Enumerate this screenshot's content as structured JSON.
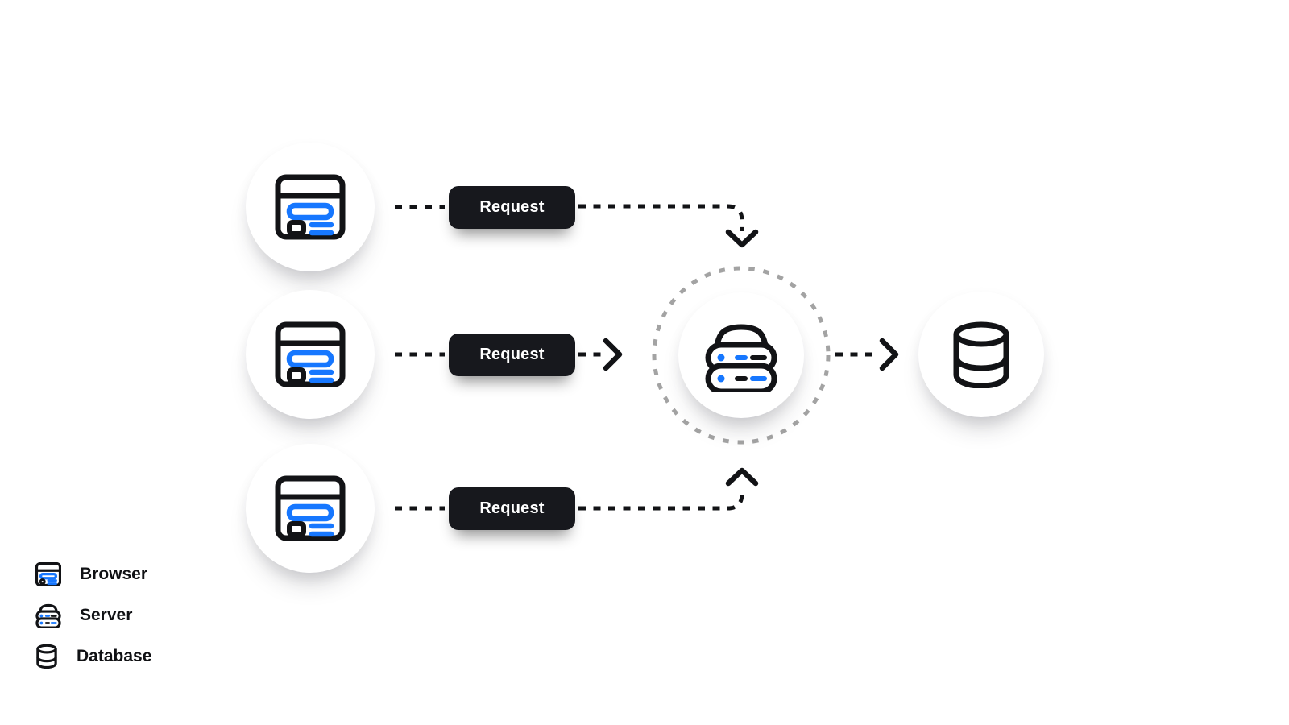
{
  "diagram": {
    "title": "client-server-database request flow",
    "requests": [
      {
        "label": "Request"
      },
      {
        "label": "Request"
      },
      {
        "label": "Request"
      }
    ],
    "nodes": {
      "browsers": [
        "browser-1",
        "browser-2",
        "browser-3"
      ],
      "server": "server",
      "database": "database"
    },
    "edges": [
      {
        "from": "browser-1",
        "via": "Request",
        "to": "server"
      },
      {
        "from": "browser-2",
        "via": "Request",
        "to": "server"
      },
      {
        "from": "browser-3",
        "via": "Request",
        "to": "server"
      },
      {
        "from": "server",
        "to": "database"
      }
    ]
  },
  "legend": {
    "items": [
      {
        "icon": "browser-icon",
        "label": "Browser"
      },
      {
        "icon": "server-icon",
        "label": "Server"
      },
      {
        "icon": "database-icon",
        "label": "Database"
      }
    ]
  },
  "colors": {
    "accent_blue": "#1677ff",
    "line_black": "#121316",
    "button_bg": "#17181d",
    "button_text": "#ffffff",
    "dashed_circle_gray": "#a3a3a3",
    "background": "#ffffff"
  }
}
